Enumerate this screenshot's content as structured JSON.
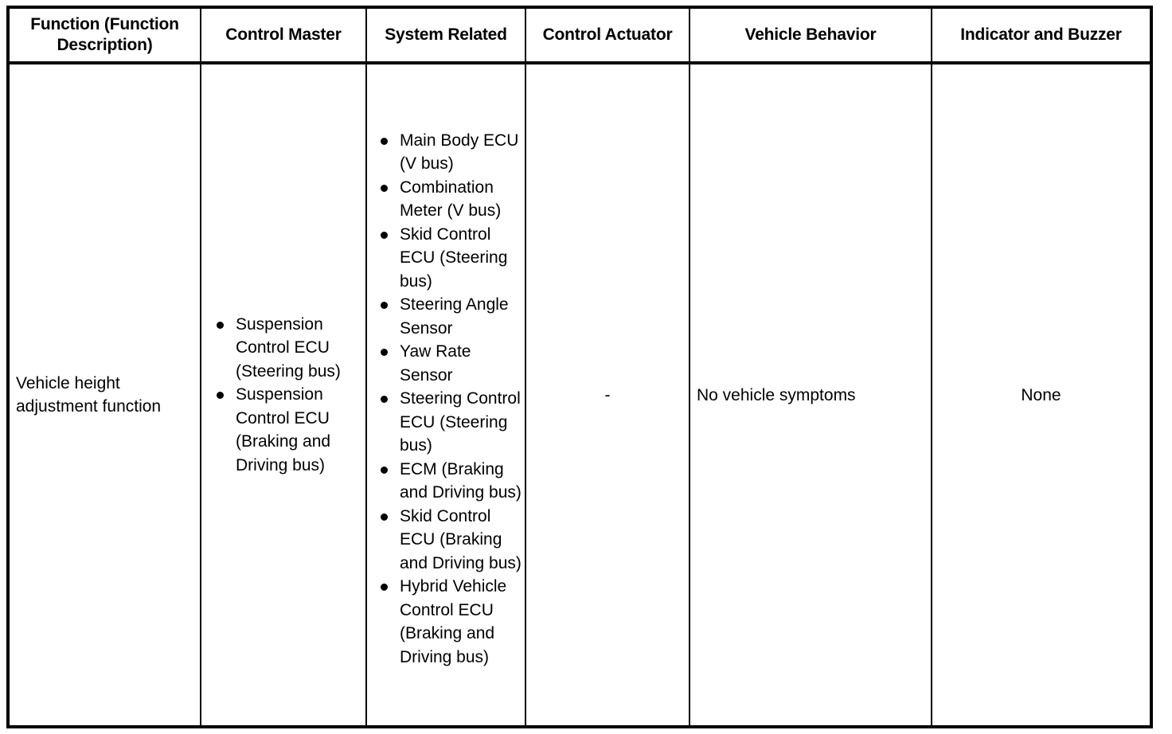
{
  "table": {
    "headers": [
      "Function (Function Description)",
      "Control Master",
      "System Related",
      "Control Actuator",
      "Vehicle Behavior",
      "Indicator and Buzzer"
    ],
    "rows": [
      {
        "function": "Vehicle height adjustment function",
        "control_master": [
          "Suspension Control ECU (Steering bus)",
          "Suspension Control ECU (Braking and Driving bus)"
        ],
        "system_related": [
          "Main Body ECU (V bus)",
          "Combination Meter (V bus)",
          "Skid Control ECU (Steering bus)",
          "Steering Angle Sensor",
          "Yaw Rate Sensor",
          "Steering Control ECU (Steering bus)",
          "ECM (Braking and Driving bus)",
          "Skid Control ECU (Braking and Driving bus)",
          "Hybrid Vehicle Control ECU (Braking and Driving bus)"
        ],
        "control_actuator": "-",
        "vehicle_behavior": "No vehicle symptoms",
        "indicator_and_buzzer": "None"
      }
    ]
  },
  "style": {
    "border_color": "#000000",
    "text_color": "#000000",
    "background": "#ffffff"
  }
}
